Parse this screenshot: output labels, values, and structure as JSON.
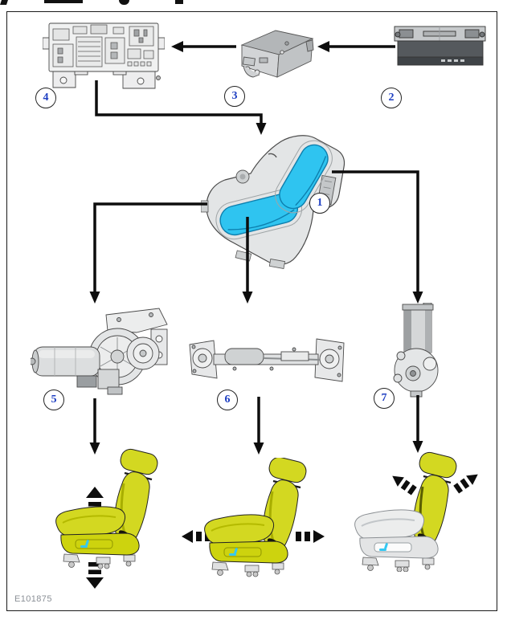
{
  "figure": {
    "type": "power-seat-system-diagram",
    "figure_id_label": "E101875",
    "colors": {
      "frame_outline": "#1a1a1a",
      "connector_black": "#0d0d0d",
      "component_gray": "#d8dadb",
      "highlight_cyan": "#2fc4f0",
      "seat_yellow": "#d3d821",
      "callout_number_blue": "#1d3ec2",
      "figure_id_gray": "#8a8f96"
    },
    "callouts": [
      {
        "number": "1",
        "name": "seat-adjustment-switch"
      },
      {
        "number": "2",
        "name": "battery"
      },
      {
        "number": "3",
        "name": "control-module"
      },
      {
        "number": "4",
        "name": "fuse-junction-box"
      },
      {
        "number": "5",
        "name": "seat-height-motor"
      },
      {
        "number": "6",
        "name": "seat-track-motor"
      },
      {
        "number": "7",
        "name": "seat-recline-motor"
      }
    ],
    "edges": [
      {
        "from": "2",
        "to": "3"
      },
      {
        "from": "3",
        "to": "4"
      },
      {
        "from": "4",
        "to": "1"
      },
      {
        "from": "1",
        "to": "5"
      },
      {
        "from": "1",
        "to": "6"
      },
      {
        "from": "1",
        "to": "7"
      },
      {
        "from": "5",
        "to": "seat-left"
      },
      {
        "from": "6",
        "to": "seat-middle"
      },
      {
        "from": "7",
        "to": "seat-right"
      }
    ],
    "seat_motions": [
      {
        "seat": "left",
        "motion": "up-down"
      },
      {
        "seat": "middle",
        "motion": "forward-backward"
      },
      {
        "seat": "right",
        "motion": "backrest-recline"
      }
    ]
  }
}
